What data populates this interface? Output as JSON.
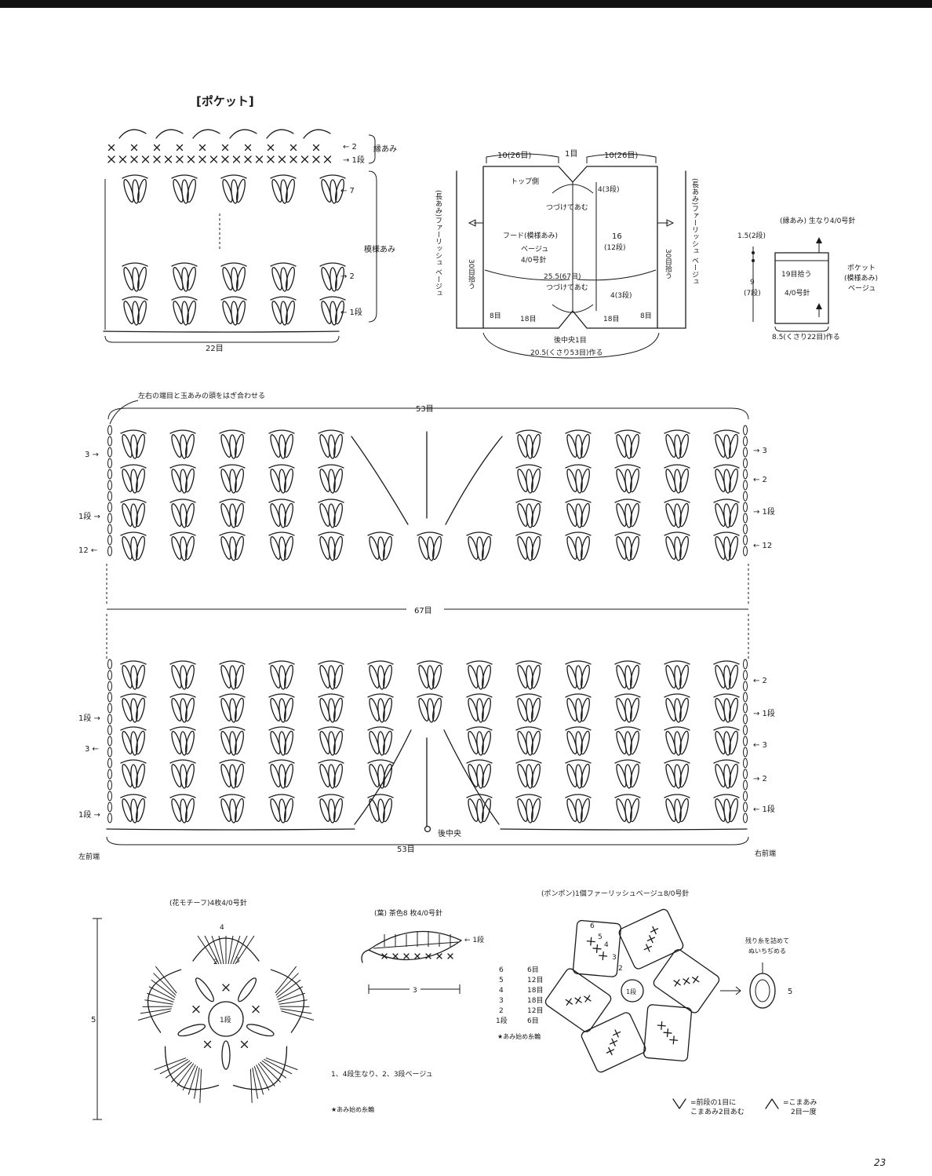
{
  "pocket": {
    "title": "[ポケット]",
    "edge_label": "縁あみ",
    "pattern_label": "模様あみ",
    "row_2": "← 2",
    "row_1": "→ 1段",
    "row_7": "← 7",
    "row_2b": "→ 2",
    "row_1b": "← 1段",
    "width": "22目"
  },
  "hood_schematic": {
    "top_left": "10(26目)",
    "top_center": "1目",
    "top_right": "10(26目)",
    "top_side": "トップ側",
    "join_top": "つづけてあむ",
    "seg_4a": "4(3段)",
    "name": "フード(模様あみ)",
    "yarn": "ベージュ",
    "needle": "4/0号針",
    "height": "16",
    "height_rows": "(12段)",
    "width_mid": "25.5(67目)",
    "join_bottom": "つづけてあむ",
    "seg_4b": "4(3段)",
    "side_left": "(長あみ)ファーリッシュ ベージュ",
    "side_right": "(長あみ)ファーリッシュ ベージュ",
    "pick_left": "30目拾う",
    "pick_right": "30目拾う",
    "b8l": "8目",
    "b18l": "18目",
    "b18r": "18目",
    "b8r": "8目",
    "center": "後中央1目",
    "chain": "20.5(くさり53目)作る"
  },
  "pocket_schematic": {
    "edge_note": "(縁あみ) 生なり4/0号針",
    "top_h": "1.5(2段)",
    "pick": "19目拾う",
    "needle": "4/0号針",
    "height": "9",
    "height_rows": "(7段)",
    "label": "ポケット",
    "label2": "(模様あみ)",
    "yarn": "ベージュ",
    "chain": "8.5(くさり22目)作る"
  },
  "hood_chart": {
    "note": "左右の端目と玉あみの頭をはぎ合わせる",
    "top_count": "53目",
    "mid_count": "67目",
    "bottom_count": "53目",
    "center_back": "後中央",
    "left_front": "左前端",
    "right_front": "右前端",
    "left_upper": [
      "3 →",
      "1段 →",
      "12 ←"
    ],
    "right_upper": [
      "→ 3",
      "← 2",
      "→ 1段",
      "← 12"
    ],
    "left_lower": [
      "1段 →",
      "3 ←",
      "1段 →"
    ],
    "right_lower": [
      "← 2",
      "→ 1段",
      "← 3",
      "→ 2",
      "← 1段"
    ]
  },
  "flower": {
    "title": "(花モチーフ)4枚4/0号針",
    "size": "5",
    "center": "1段",
    "r2": "2",
    "r3": "3",
    "r4": "4",
    "colors": "1、4段生なり、2、3段ベージュ",
    "start": "★あみ始め糸輪"
  },
  "leaf": {
    "title": "(葉) 茶色8 枚4/0号針",
    "row": "← 1段",
    "width": "3"
  },
  "pompom": {
    "title": "(ポンポン)1個ファーリッシュベージュ8/0号針",
    "center": "1段",
    "table": [
      [
        "6",
        "6目"
      ],
      [
        "5",
        "12目"
      ],
      [
        "4",
        "18目"
      ],
      [
        "3",
        "18目"
      ],
      [
        "2",
        "12目"
      ],
      [
        "1段",
        "6目"
      ]
    ],
    "start": "★あみ始め糸輪",
    "rows": [
      "6",
      "5",
      "4",
      "3",
      "2"
    ],
    "finish_1": "残り糸を詰めて",
    "finish_2": "ぬいちぢめる",
    "size": "5"
  },
  "legend": {
    "inc_1": "=前段の1目に",
    "inc_2": "こまあみ2目あむ",
    "dec_1": "=こまあみ",
    "dec_2": "2目一度"
  },
  "page_number": "23"
}
